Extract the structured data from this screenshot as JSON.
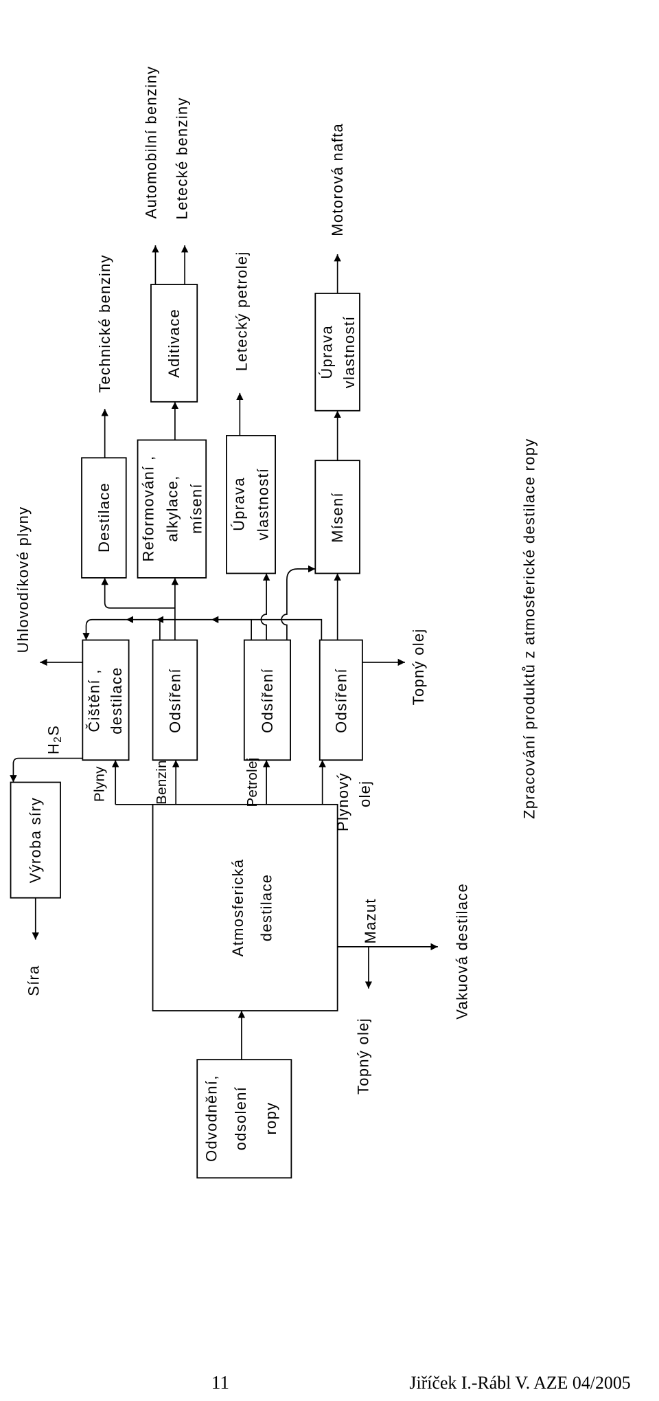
{
  "diagram": {
    "boxes": {
      "pretreatment": [
        "Odvodnění,",
        "odsolení",
        "ropy"
      ],
      "atmospheric_distillation": [
        "Atmosferická",
        "destilace"
      ],
      "sulfur_production": "Výroba síry",
      "gas_cleaning": [
        "Čištění ,",
        "destilace"
      ],
      "desulfurization": [
        "Odsíření",
        "Odsíření",
        "Odsíření"
      ],
      "distillation": "Destilace",
      "reforming": [
        "Reformování ,",
        "alkylace,",
        "mísení"
      ],
      "additivation": "Aditivace",
      "kerosene_treatment": [
        "Úprava",
        "vlastností"
      ],
      "blending": "Mísení",
      "diesel_treatment": [
        "Úprava",
        "vlastností"
      ]
    },
    "streams": {
      "gases": "Plyny",
      "gasoline": "Benzin",
      "kerosene": "Petrolej",
      "gas_oil": [
        "Plynový",
        "olej"
      ],
      "residue": "Mazut",
      "hydrogen_sulfide": {
        "main": "H",
        "subscript": "2",
        "end": "S"
      }
    },
    "products": {
      "sulfur": "Síra",
      "hydrocarbon_gases": "Uhlovodíkové plyny",
      "technical_gasoline": "Technické benziny",
      "automotive_gasoline": "Automobilní benziny",
      "aviation_gasoline": "Letecké benziny",
      "jet_fuel": "Letecký petrolej",
      "diesel_fuel": "Motorová nafta",
      "fuel_oil_from_gas_oil": "Topný olej",
      "fuel_oil_from_residue": "Topný olej",
      "vacuum_distillation": "Vakuová destilace"
    },
    "caption": "Zpracování produktů z atmosferické destilace ropy"
  },
  "footer": {
    "page_number": "11",
    "authors": "Jiříček I.-Rábl V. AZE 04/2005"
  }
}
